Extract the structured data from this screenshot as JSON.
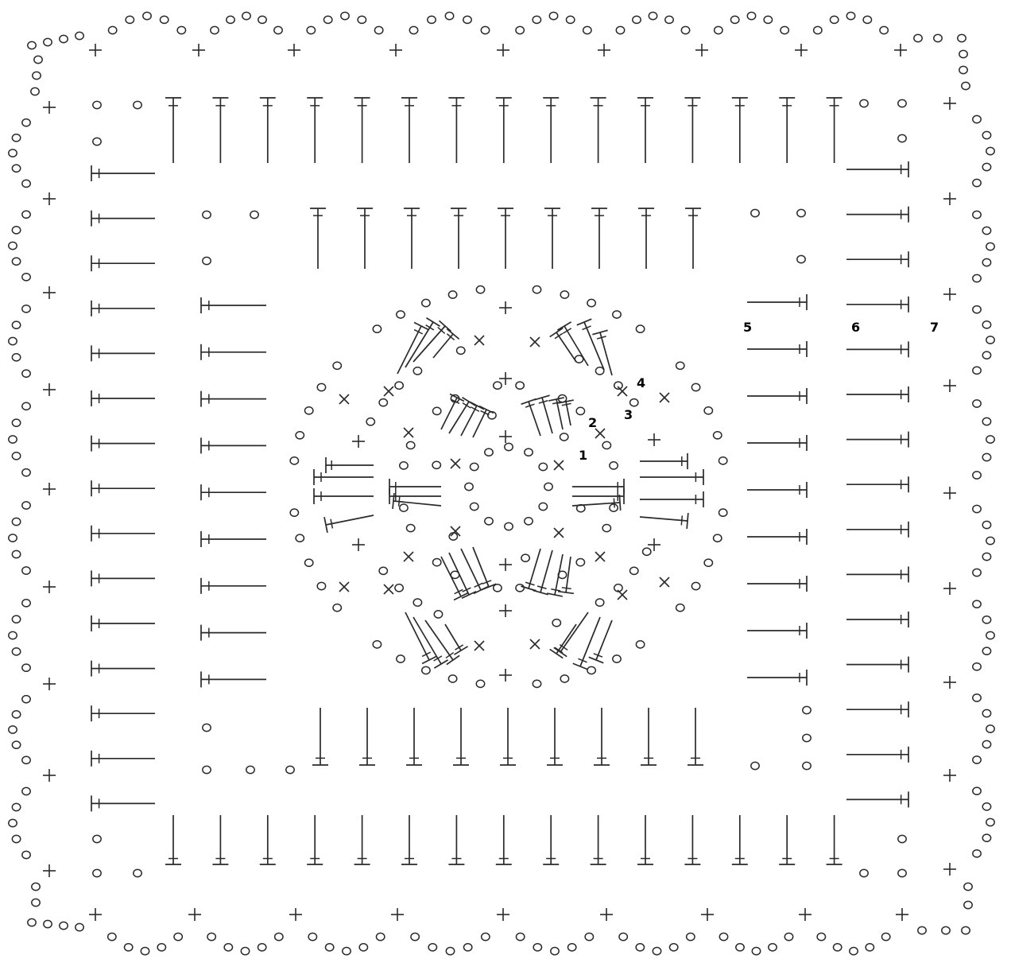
{
  "diagram": {
    "kind": "crochet-chart",
    "ink_color": "#2a2a2a",
    "background_color": "#ffffff",
    "round_labels": [
      "1",
      "2",
      "3",
      "4",
      "5",
      "6",
      "7"
    ],
    "symbols": [
      "chain-stitch-circle",
      "single-crochet-cross",
      "double-crochet-stem",
      "treble-crochet-stem"
    ]
  }
}
